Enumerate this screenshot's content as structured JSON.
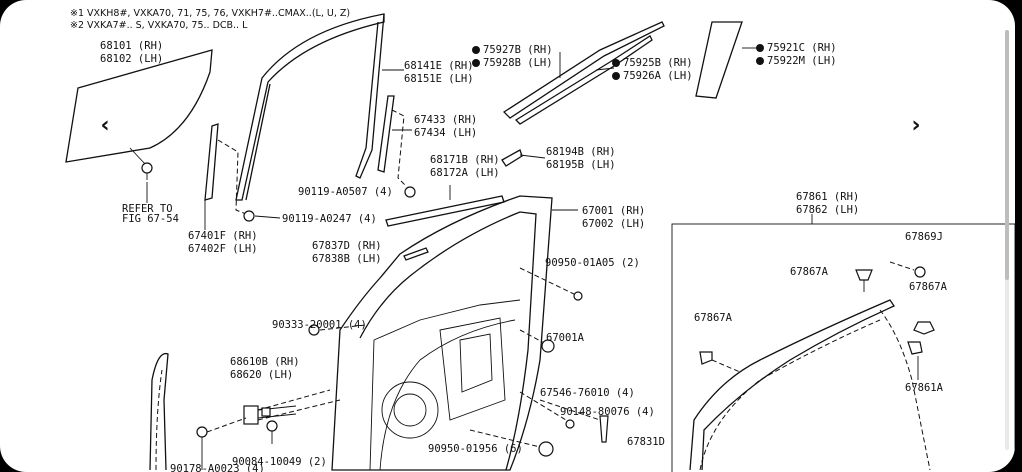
{
  "notes": {
    "note1": "※1 VXKH8#, VXKA70, 71, 75, 76, VXKH7#..CMAX..(L, U, Z)",
    "note2": "※2 VXKA7#.. S, VXKA70, 75.. DCB.. L"
  },
  "nav": {
    "prev_icon": "chevron-left-icon",
    "next_icon": "chevron-right-icon",
    "prev_glyph": "‹",
    "next_glyph": "›"
  },
  "parts": {
    "p68101": "68101 (RH)",
    "p68102": "68102 (LH)",
    "refer1": "REFER TO",
    "refer2": "FIG 67-54",
    "p68141E": "68141E (RH)",
    "p68151E": "68151E (LH)",
    "p75927B": "75927B (RH)",
    "p75928B": "75928B (LH)",
    "p75925B": "75925B (RH)",
    "p75926A": "75926A (LH)",
    "p75921C": "75921C (RH)",
    "p75922M": "75922M (LH)",
    "p67433": "67433 (RH)",
    "p67434": "67434 (LH)",
    "p68171B": "68171B (RH)",
    "p68172A": "68172A (LH)",
    "p68194B": "68194B (RH)",
    "p68195B": "68195B (LH)",
    "b90119A0507": "90119-A0507 (4)",
    "b90119A0247": "90119-A0247 (4)",
    "p67401F": "67401F (RH)",
    "p67402F": "67402F (LH)",
    "p67001": "67001 (RH)",
    "p67002": "67002 (LH)",
    "p67837D": "67837D (RH)",
    "p67838B": "67838B (LH)",
    "b9095001A05": "90950-01A05 (2)",
    "b9033320001": "90333-20001 (4)",
    "p67001A": "67001A",
    "p68610B": "68610B (RH)",
    "p68620": "68620 (LH)",
    "b6754676010": "67546-76010 (4)",
    "b9014880076": "90148-80076 (4)",
    "b9008410049": "90084-10049 (2)",
    "b9095001956": "90950-01956 (6)",
    "p67831D": "67831D",
    "b90178A0023": "90178-A0023 (4)",
    "p67861": "67861 (RH)",
    "p67862": "67862 (LH)",
    "p67869J": "67869J",
    "p67867A_a": "67867A",
    "p67867A_b": "67867A",
    "p67867A_c": "67867A",
    "p67861A": "67861A"
  }
}
